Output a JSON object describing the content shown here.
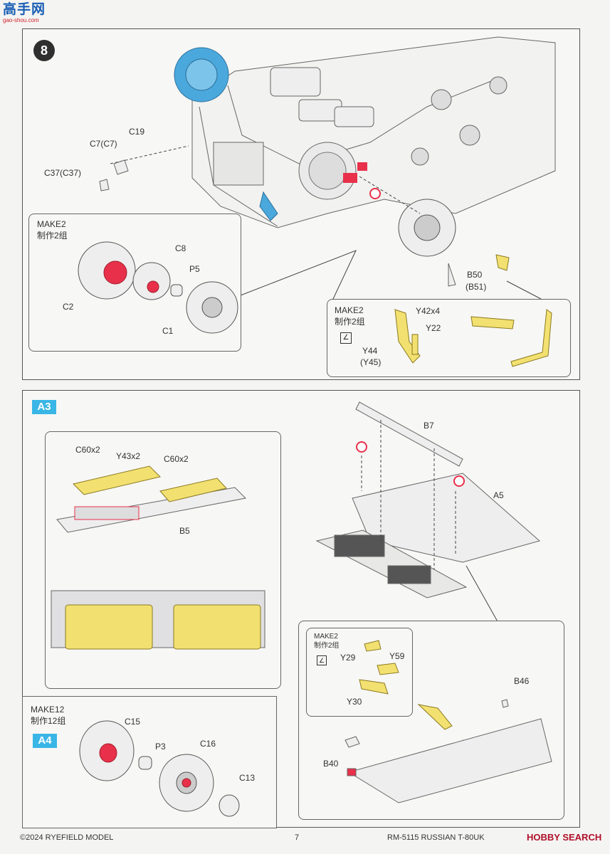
{
  "watermark": {
    "text": "高手网",
    "sub": "gao-shou.com"
  },
  "step8": {
    "number": "8",
    "parts": {
      "c19": "C19",
      "c7": "C7(C7)",
      "c37": "C37(C37)",
      "b50": "B50",
      "b51": "(B51)"
    },
    "make_box": {
      "make": "MAKE2",
      "make_cn": "制作2组",
      "c8": "C8",
      "p5": "P5",
      "c2": "C2",
      "c1": "C1"
    },
    "pe_box": {
      "make": "MAKE2",
      "make_cn": "制作2组",
      "y42": "Y42x4",
      "y22": "Y22",
      "y44": "Y44",
      "y45": "(Y45)"
    }
  },
  "a3": {
    "badge": "A3",
    "grille_box": {
      "c60a": "C60x2",
      "y43": "Y43x2",
      "c60b": "C60x2",
      "b5": "B5"
    },
    "assembly": {
      "b7": "B7",
      "a5": "A5"
    },
    "pe_box": {
      "make": "MAKE2",
      "make_cn": "制作2组",
      "y29": "Y29",
      "y59": "Y59",
      "y30": "Y30",
      "b46": "B46",
      "b40": "B40"
    }
  },
  "a4": {
    "badge": "A4",
    "make": "MAKE12",
    "make_cn": "制作12组",
    "c15": "C15",
    "p3": "P3",
    "c16": "C16",
    "c13": "C13"
  },
  "footer": {
    "copyright": "©2024 RYEFIELD MODEL",
    "page": "7",
    "product": "RM-5115 RUSSIAN T-80UK",
    "brand": "HOBBY SEARCH"
  },
  "colors": {
    "accent_red": "#e8304a",
    "pe_yellow": "#f2e070",
    "sprocket_blue": "#4aa8dc",
    "section_blue": "#39b6e6"
  }
}
